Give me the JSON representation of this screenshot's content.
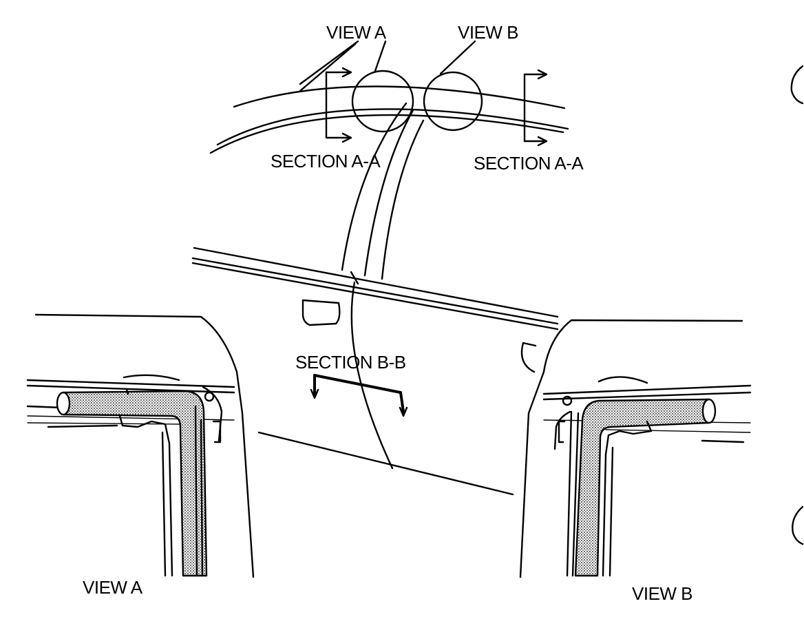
{
  "labels": {
    "view_a_top": "VIEW A",
    "view_b_top": "VIEW B",
    "section_aa_left": "SECTION A-A",
    "section_aa_right": "SECTION A-A",
    "section_bb": "SECTION B-B",
    "view_a_bottom": "VIEW A",
    "view_b_bottom": "VIEW B"
  },
  "colors": {
    "line": "#000000",
    "background": "#ffffff",
    "seal_fill": "#8a8a8a"
  }
}
